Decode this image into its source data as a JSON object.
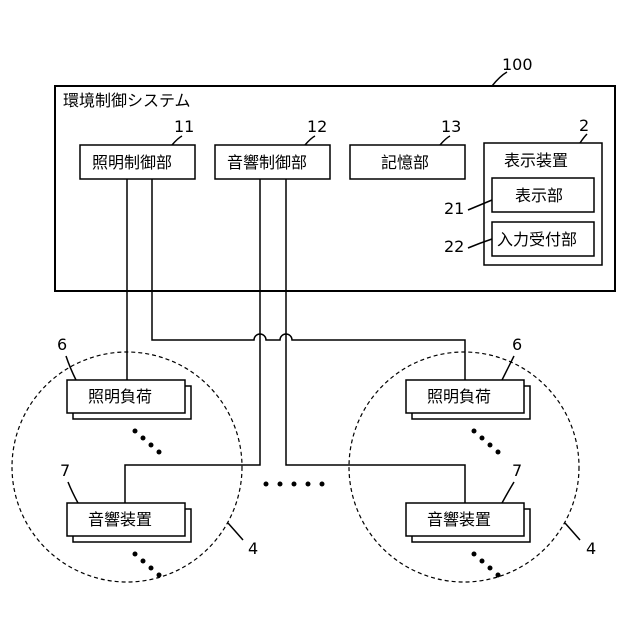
{
  "system": {
    "title": "環境制御システム",
    "ref": "100"
  },
  "lighting_control": {
    "label": "照明制御部",
    "ref": "11"
  },
  "sound_control": {
    "label": "音響制御部",
    "ref": "12"
  },
  "storage": {
    "label": "記憶部",
    "ref": "13"
  },
  "display_device": {
    "label": "表示装置",
    "ref": "2",
    "display_unit": {
      "label": "表示部",
      "ref": "21"
    },
    "input_unit": {
      "label": "入力受付部",
      "ref": "22"
    }
  },
  "left_group": {
    "ref": "4",
    "lighting_load": {
      "label": "照明負荷",
      "ref": "6"
    },
    "sound_device": {
      "label": "音響装置",
      "ref": "7"
    }
  },
  "right_group": {
    "ref": "4",
    "lighting_load": {
      "label": "照明負荷",
      "ref": "6"
    },
    "sound_device": {
      "label": "音響装置",
      "ref": "7"
    }
  }
}
